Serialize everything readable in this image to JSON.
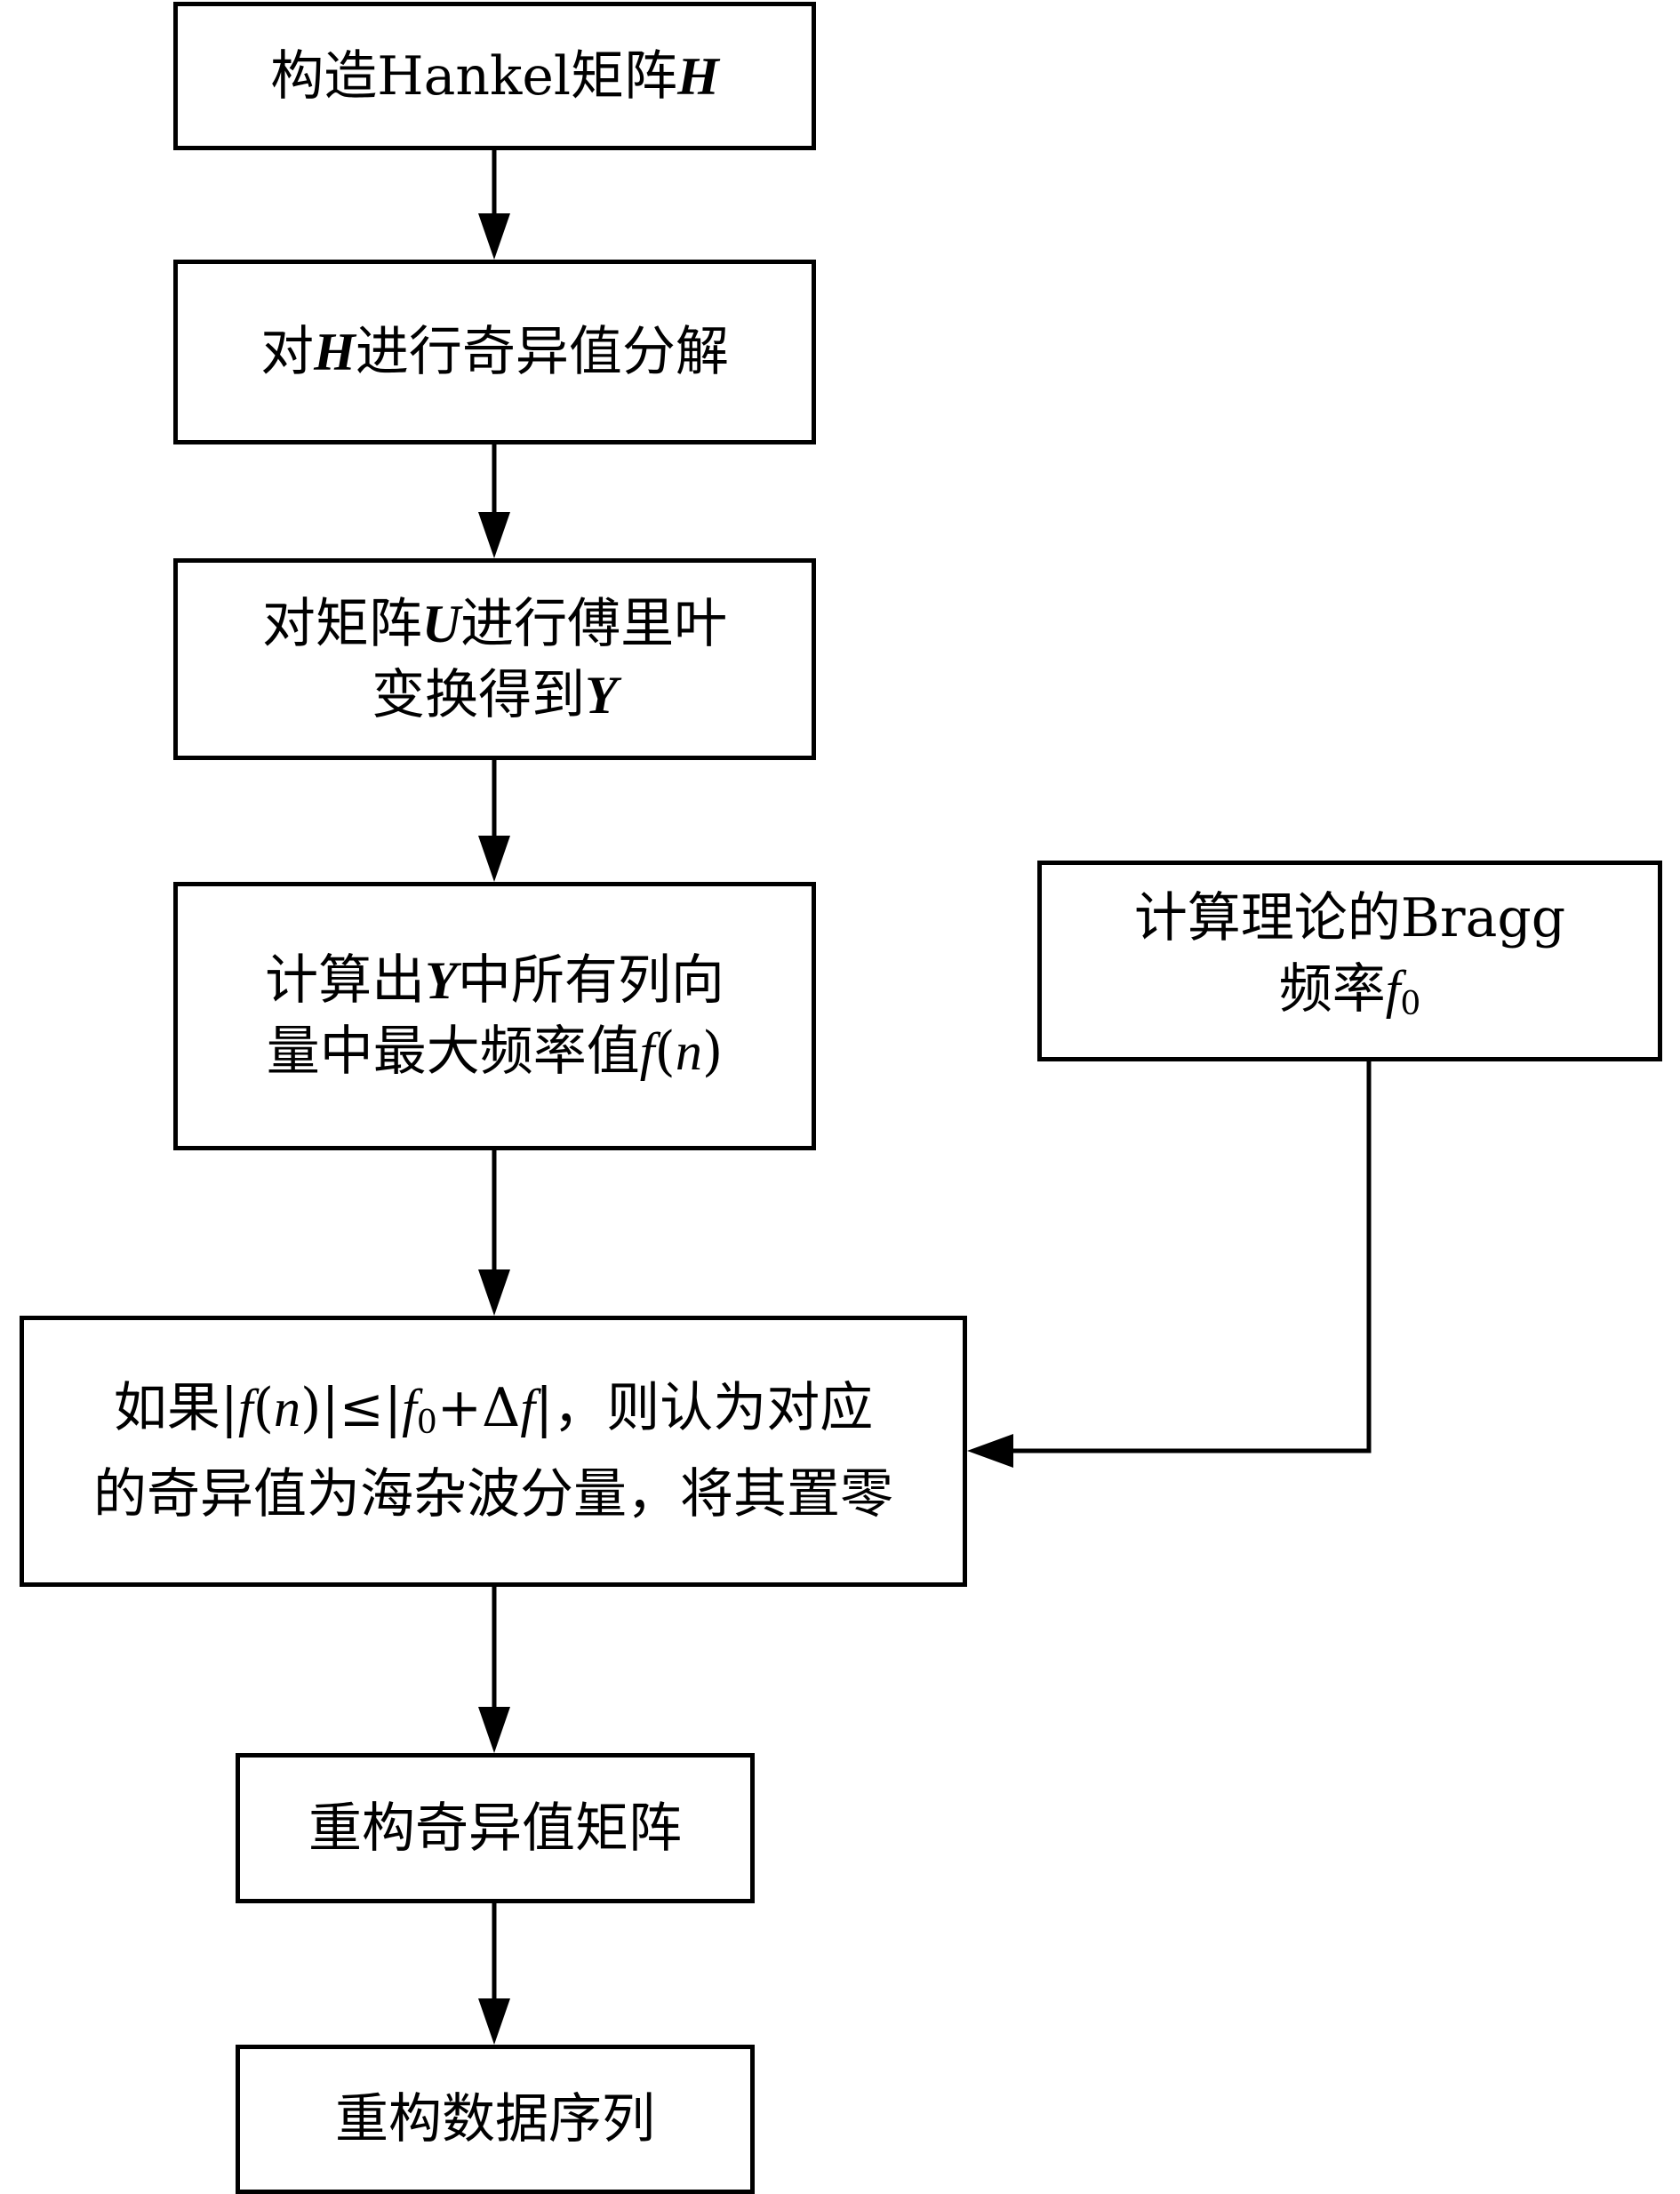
{
  "diagram": {
    "type": "flowchart",
    "nodes": [
      {
        "id": "step1",
        "parts": [
          {
            "t": "构造Hankel矩阵",
            "s": ""
          },
          {
            "t": "H",
            "s": "bi"
          }
        ]
      },
      {
        "id": "step2",
        "parts": [
          {
            "t": "对",
            "s": ""
          },
          {
            "t": "H",
            "s": "bi"
          },
          {
            "t": "进行奇异值分解",
            "s": ""
          }
        ]
      },
      {
        "id": "step3",
        "line1": [
          {
            "t": "对矩阵",
            "s": ""
          },
          {
            "t": "U",
            "s": "bi"
          },
          {
            "t": "进行傅里叶",
            "s": ""
          }
        ],
        "line2": [
          {
            "t": "变换得到",
            "s": ""
          },
          {
            "t": "Y",
            "s": "bi"
          }
        ]
      },
      {
        "id": "step4",
        "line1": [
          {
            "t": "计算出",
            "s": ""
          },
          {
            "t": "Y",
            "s": "bi"
          },
          {
            "t": "中所有列向",
            "s": ""
          }
        ],
        "line2": [
          {
            "t": "量中最大频率值",
            "s": ""
          },
          {
            "t": "f",
            "s": "it"
          },
          {
            "t": "(",
            "s": ""
          },
          {
            "t": "n",
            "s": "it"
          },
          {
            "t": ")",
            "s": ""
          }
        ]
      },
      {
        "id": "bragg",
        "line1": [
          {
            "t": "计算理论的Bragg",
            "s": ""
          }
        ],
        "line2": [
          {
            "t": "频率",
            "s": ""
          },
          {
            "t": "f",
            "s": "it"
          },
          {
            "t": "0",
            "s": "sub"
          }
        ]
      },
      {
        "id": "step5",
        "line1": [
          {
            "t": "如果|",
            "s": ""
          },
          {
            "t": "f",
            "s": "it"
          },
          {
            "t": "(",
            "s": ""
          },
          {
            "t": "n",
            "s": "it"
          },
          {
            "t": ")|≤|",
            "s": ""
          },
          {
            "t": "f",
            "s": "it"
          },
          {
            "t": "0",
            "s": "sub"
          },
          {
            "t": "+Δ",
            "s": ""
          },
          {
            "t": "f",
            "s": "it"
          },
          {
            "t": "|，则认为对应",
            "s": ""
          }
        ],
        "line2": [
          {
            "t": "的奇异值为海杂波分量，将其置零",
            "s": ""
          }
        ]
      },
      {
        "id": "step6",
        "parts": [
          {
            "t": "重构奇异值矩阵",
            "s": ""
          }
        ]
      },
      {
        "id": "step7",
        "parts": [
          {
            "t": "重构数据序列",
            "s": ""
          }
        ]
      }
    ],
    "edges": [
      {
        "from": "step1",
        "to": "step2"
      },
      {
        "from": "step2",
        "to": "step3"
      },
      {
        "from": "step3",
        "to": "step4"
      },
      {
        "from": "step4",
        "to": "step5"
      },
      {
        "from": "bragg",
        "to": "step5"
      },
      {
        "from": "step5",
        "to": "step6"
      },
      {
        "from": "step6",
        "to": "step7"
      }
    ]
  }
}
